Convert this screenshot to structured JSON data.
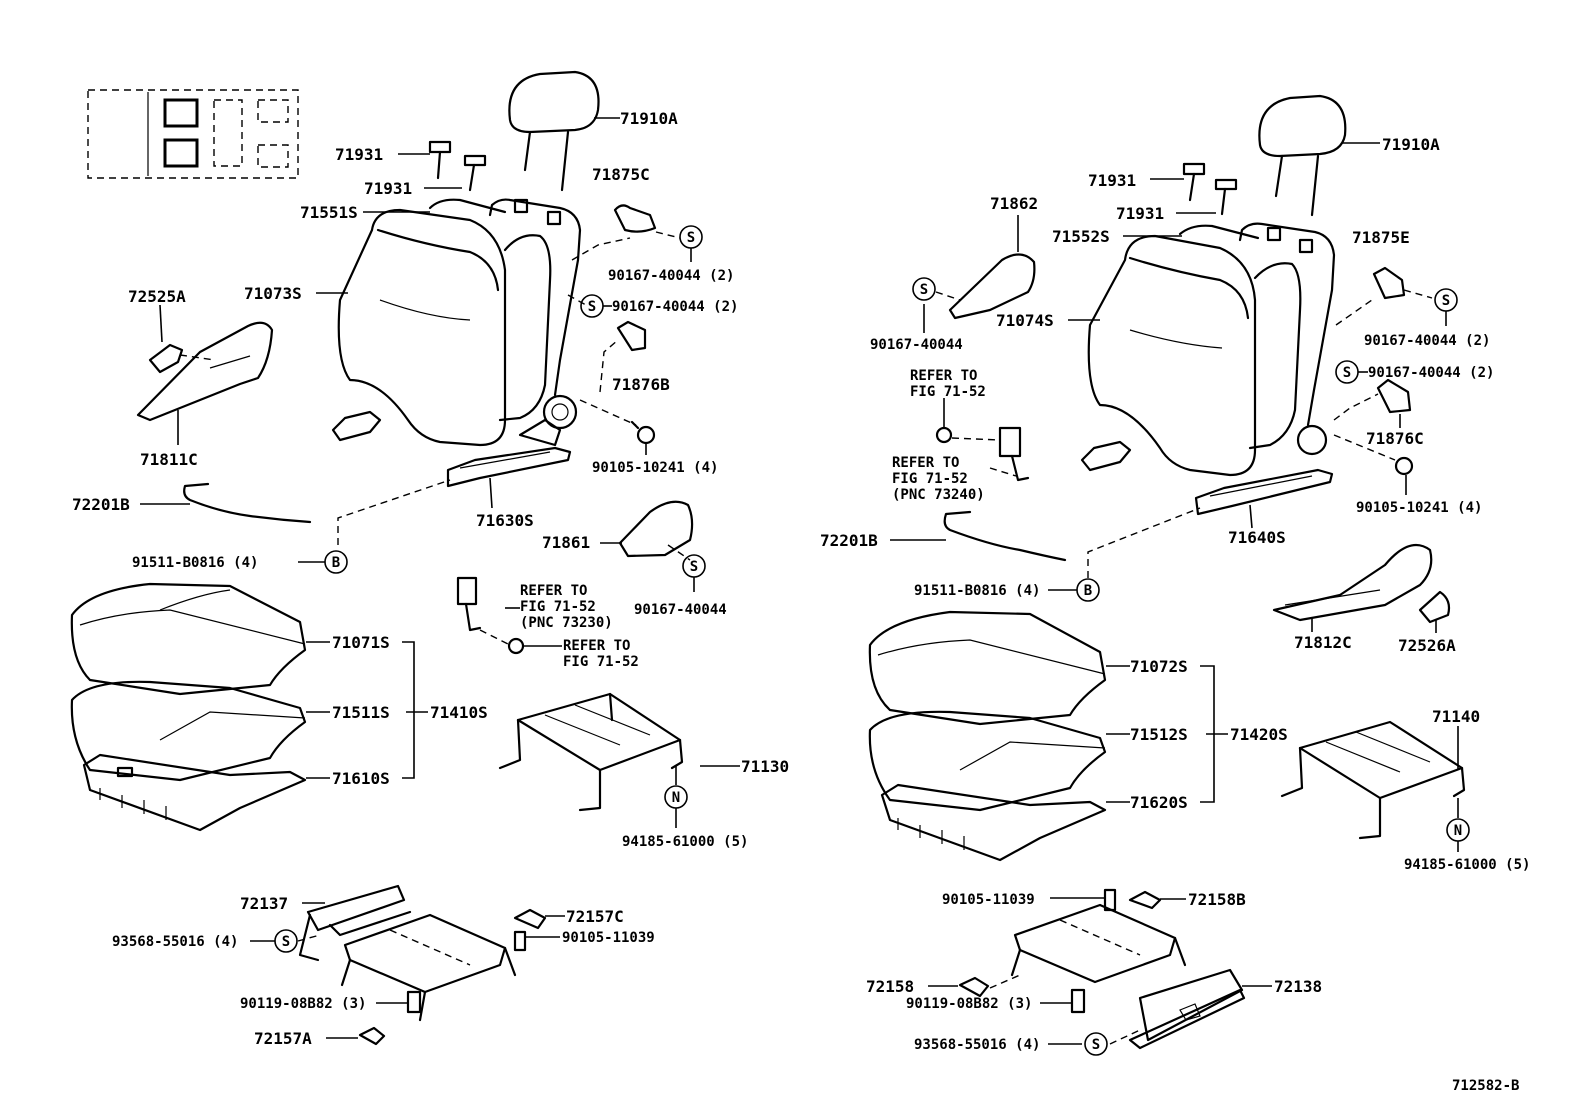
{
  "labels": {
    "p71910A_l": "71910A",
    "p71931_l1": "71931",
    "p71931_l2": "71931",
    "p71551S": "71551S",
    "p71875C": "71875C",
    "p90167_l1": "90167-40044 (2)",
    "p90167_l2": "90167-40044 (2)",
    "p72525A": "72525A",
    "p71073S": "71073S",
    "p71876B": "71876B",
    "p71811C": "71811C",
    "p90105_10241_l": "90105-10241 (4)",
    "p72201B_l": "72201B",
    "p71630S": "71630S",
    "p91511_l": "91511-B0816 (4)",
    "p71861": "71861",
    "p90167_l3": "90167-40044",
    "ref_l1a": "REFER TO",
    "ref_l1b": "FIG 71-52",
    "ref_l1c": "(PNC 73230)",
    "ref_l2a": "REFER TO",
    "ref_l2b": "FIG 71-52",
    "p71071S": "71071S",
    "p71511S": "71511S",
    "p71410S": "71410S",
    "p71610S": "71610S",
    "p71130": "71130",
    "p94185_l": "94185-61000 (5)",
    "p72137": "72137",
    "p72157C": "72157C",
    "p93568_l": "93568-55016 (4)",
    "p90105_11039_l": "90105-11039",
    "p90119_l": "90119-08B82 (3)",
    "p72157A": "72157A",
    "p71910A_r": "71910A",
    "p71862": "71862",
    "p71931_r1": "71931",
    "p71931_r2": "71931",
    "p71552S": "71552S",
    "p71875E": "71875E",
    "p71074S": "71074S",
    "p90167_r1": "90167-40044",
    "p90167_r2": "90167-40044 (2)",
    "p90167_r3": "90167-40044 (2)",
    "ref_r1a": "REFER TO",
    "ref_r1b": "FIG 71-52",
    "ref_r2a": "REFER TO",
    "ref_r2b": "FIG 71-52",
    "ref_r2c": "(PNC 73240)",
    "p71876C": "71876C",
    "p90105_10241_r": "90105-10241 (4)",
    "p72201B_r": "72201B",
    "p71640S": "71640S",
    "p91511_r": "91511-B0816 (4)",
    "p71812C": "71812C",
    "p72526A": "72526A",
    "p71072S": "71072S",
    "p71512S": "71512S",
    "p71420S": "71420S",
    "p71620S": "71620S",
    "p71140": "71140",
    "p94185_r": "94185-61000 (5)",
    "p90105_11039_r": "90105-11039",
    "p72158B": "72158B",
    "p72158": "72158",
    "p90119_r": "90119-08B82 (3)",
    "p72138": "72138",
    "p93568_r": "93568-55016 (4)",
    "figure_id": "712582-B"
  },
  "symbols": {
    "S": "S",
    "B": "B",
    "N": "N"
  }
}
